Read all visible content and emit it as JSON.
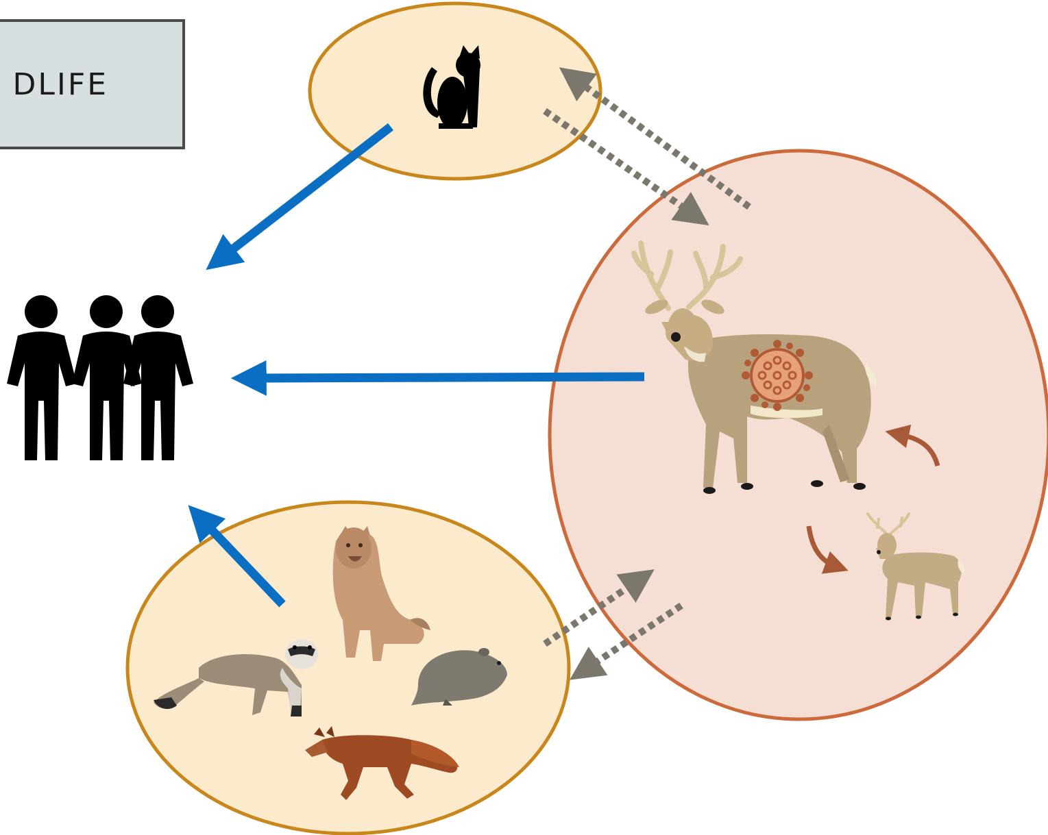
{
  "label_box": {
    "text": "DLIFE"
  },
  "groups": {
    "domestic": {
      "icon": "cat-icon"
    },
    "deer_population": {
      "icon": "white-tailed-deer",
      "virus": "virus-particle-icon"
    },
    "other_wildlife": {
      "icons": [
        "mountain-lion",
        "black-footed-ferret",
        "vole",
        "red-fox"
      ]
    },
    "humans": {
      "icon": "people-group-icon"
    }
  },
  "colors": {
    "human_transmission_arrow": "#0a6fc2",
    "spillover_arrow": "#7c776d",
    "intra_deer_arrow": "#a85a36",
    "wildlife_fill": "#fceacd",
    "wildlife_border": "#c9861a",
    "deer_fill": "#f5ded4",
    "deer_border": "#cc6a3b"
  }
}
